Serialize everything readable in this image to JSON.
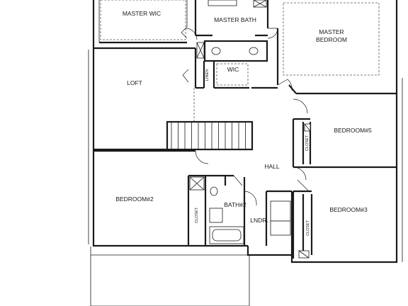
{
  "rooms": {
    "master_wic": "MASTER WIC",
    "master_bath": "MASTER BATH",
    "master_bedroom_line1": "MASTER",
    "master_bedroom_line2": "BEDROOM",
    "loft": "LOFT",
    "wic": "WIC",
    "linen": "LINEN",
    "bedroom5": "BEDROOM#5",
    "hall": "HALL",
    "bedroom2": "BEDROOM#2",
    "bath2": "BATH#2",
    "lndr": "LNDR.",
    "bedroom3": "BEDROOM#3",
    "closet": "CLOSET"
  }
}
